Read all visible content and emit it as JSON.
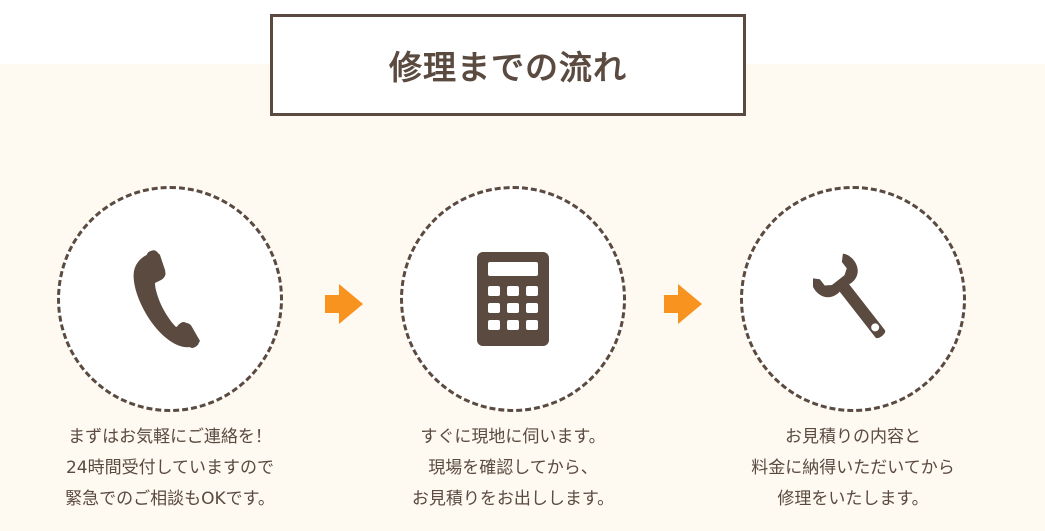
{
  "section": {
    "title": "修理までの流れ"
  },
  "steps": [
    {
      "icon": "phone-icon",
      "lines": [
        "まずはお気軽にご連絡を！",
        "24時間受付していますので",
        "緊急でのご相談もOKです。"
      ]
    },
    {
      "icon": "calculator-icon",
      "lines": [
        "すぐに現地に伺います。",
        "現場を確認してから、",
        "お見積りをお出しします。"
      ]
    },
    {
      "icon": "wrench-icon",
      "lines": [
        "お見積りの内容と",
        "料金に納得いただいてから",
        "修理をいたします。"
      ]
    }
  ],
  "colors": {
    "text": "#5a4a3f",
    "background": "#fef9f1",
    "arrow": "#f7931e"
  }
}
